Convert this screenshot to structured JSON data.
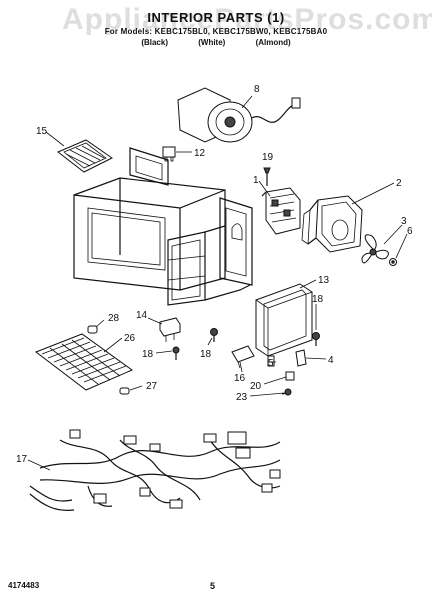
{
  "watermark": "AppliancePartsPros.com",
  "header": {
    "title": "INTERIOR PARTS (1)",
    "models": "For Models: KEBC175BL0, KEBC175BW0, KEBC175BA0",
    "colors": [
      "(Black)",
      "(White)",
      "(Almond)"
    ]
  },
  "labels": [
    "1",
    "2",
    "3",
    "4",
    "5",
    "6",
    "8",
    "12",
    "13",
    "14",
    "15",
    "16",
    "17",
    "18",
    "18",
    "18",
    "19",
    "20",
    "23",
    "26",
    "27",
    "28"
  ],
  "footer": {
    "doc_number": "4174483",
    "page": "5"
  }
}
